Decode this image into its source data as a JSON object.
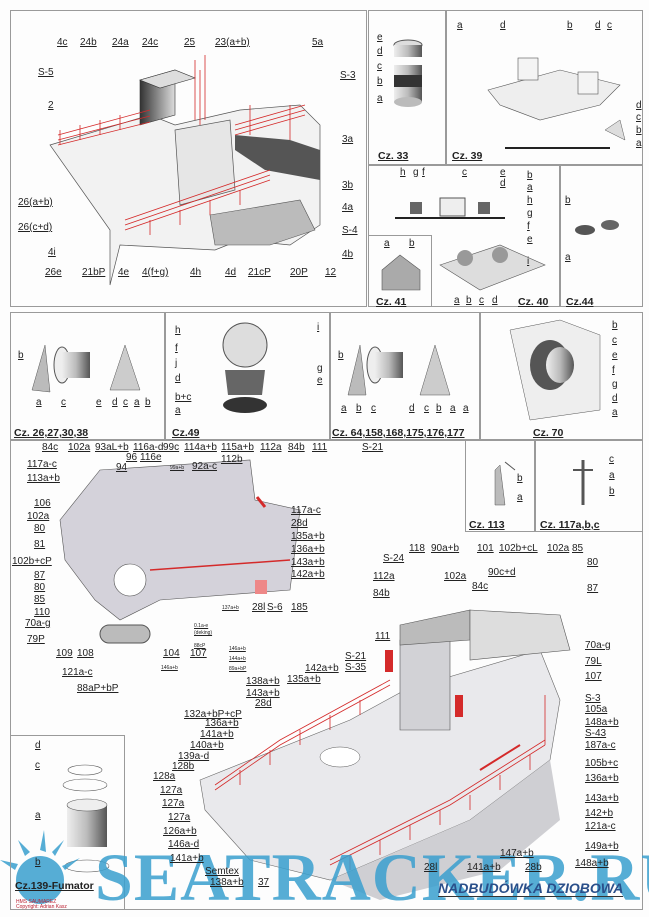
{
  "heading": "NADBUDÓWKA DZIOBOWA",
  "watermark": "SEATRACKER.RU",
  "copyright": [
    "HMS SAUMAREZ",
    "Copyright: Adrian Kasz"
  ],
  "titles": {
    "cz33": "Cz. 33",
    "cz39": "Cz. 39",
    "cz41": "Cz. 41",
    "cz40": "Cz. 40",
    "cz44": "Cz.44",
    "cz26": "Cz. 26,27,30,38",
    "cz49": "Cz.49",
    "cz64": "Cz. 64,158,168,175,176,177",
    "cz70": "Cz. 70",
    "cz113": "Cz. 113",
    "cz117": "Cz. 117a,b,c",
    "cz139": "Cz.139-Fumator"
  },
  "labels": {
    "top_main": [
      "4c",
      "24b",
      "24a",
      "24c",
      "25",
      "23(a+b)",
      "5a",
      "S-5",
      "S-3",
      "2",
      "3a",
      "3b",
      "4a",
      "S-4",
      "4b",
      "26(a+b)",
      "26(c+d)",
      "4i",
      "26e",
      "21bP",
      "4e",
      "4(f+g)",
      "4h",
      "4d",
      "21cP",
      "20P",
      "12"
    ],
    "cz33": [
      "e",
      "d",
      "c",
      "b",
      "a"
    ],
    "cz39": [
      "a",
      "d",
      "b",
      "d",
      "c",
      "d",
      "c",
      "b",
      "a"
    ],
    "cz40": [
      "h",
      "g",
      "f",
      "c",
      "e",
      "d",
      "b",
      "a",
      "h",
      "g",
      "f",
      "e",
      "i",
      "a",
      "b",
      "c",
      "d"
    ],
    "cz41": [
      "a",
      "b"
    ],
    "cz44": [
      "b",
      "a"
    ],
    "cz26": [
      "b",
      "a",
      "c",
      "e",
      "d",
      "c",
      "a",
      "b"
    ],
    "cz49": [
      "h",
      "i",
      "f",
      "j",
      "d",
      "b+c",
      "a",
      "g",
      "e"
    ],
    "cz64": [
      "b",
      "a",
      "b",
      "c",
      "d",
      "c",
      "b",
      "a",
      "a"
    ],
    "cz70": [
      "b",
      "c",
      "e",
      "f",
      "g",
      "d",
      "a"
    ],
    "cz113": [
      "b",
      "a"
    ],
    "cz117": [
      "c",
      "a",
      "b"
    ],
    "cz139": [
      "d",
      "c",
      "a",
      "b"
    ],
    "lower_left": [
      "84c",
      "102a",
      "93aL+b",
      "116a-d",
      "99c",
      "114a+b",
      "115a+b",
      "112a",
      "84b",
      "111",
      "S-21",
      "96",
      "116e",
      "94",
      "112b",
      "92a-c",
      "117a-c",
      "113a+b",
      "106",
      "102a",
      "80",
      "81",
      "102b+cP",
      "87",
      "80",
      "85",
      "110",
      "70a-g",
      "79P",
      "109",
      "108",
      "121a-c",
      "88aP+bP",
      "104",
      "107",
      "117a-c",
      "28d",
      "135a+b",
      "136a+b",
      "143a+b",
      "142a+b",
      "185",
      "28l",
      "S-6"
    ],
    "lower_left_small": [
      "99a+b",
      "146a+b",
      "137a+b",
      "0.1a-e",
      "(deking)",
      "88cP",
      "146a+b",
      "144a+b",
      "89a+bP"
    ],
    "lower_right": [
      "118",
      "90a+b",
      "101",
      "102b+cL",
      "102a",
      "85",
      "S-24",
      "90c+d",
      "80",
      "112a",
      "102a",
      "84c",
      "87",
      "84b",
      "111",
      "70a-g",
      "79L",
      "107",
      "S-21",
      "S-35",
      "142a+b",
      "138a+b",
      "135a+b",
      "143a+b",
      "28d",
      "132a+bP+cP",
      "136a+b",
      "141a+b",
      "140a+b",
      "139a-d",
      "128b",
      "128a",
      "127a",
      "127a",
      "127a",
      "126a+b",
      "146a-d",
      "141a+b",
      "Semtex",
      "138a+b",
      "37",
      "S-3",
      "105a",
      "148a+b",
      "S-43",
      "187a-c",
      "105b+c",
      "136a+b",
      "143a+b",
      "142+b",
      "121a-c",
      "149a+b",
      "147a+b",
      "148a+b",
      "28l",
      "141a+b",
      "28b"
    ]
  },
  "colors": {
    "railing": "#d42a2a",
    "watermark": "#3aa0cf",
    "hull": "#d4d2da",
    "heading": "#2a4f8a"
  }
}
